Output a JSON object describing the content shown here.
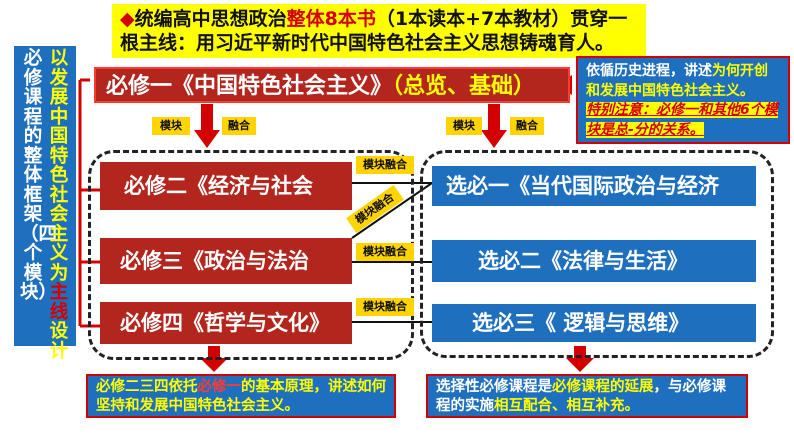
{
  "top_banner": {
    "diamond": "◆",
    "pre": "统编高中思想政治",
    "highlight": "整体8本书",
    "mid": "（1本读本+7本教材）贯穿一根主线：用习近平新时代中国特色社会主义思想铸魂育人。"
  },
  "left_panel": {
    "col_a": "必修课程的整体框架（四个模块）",
    "col_b_pre": "以发展中国特色社会主义为",
    "col_b_red": "主线",
    "col_b_post": "设计"
  },
  "required": {
    "b1_main": "必修一《中国特色社会主义》",
    "b1_note": "（总览、基础）",
    "b2": "必修二《经济与社会",
    "b3": "必修三《政治与法治",
    "b4": "必修四《哲学与文化》"
  },
  "elective": {
    "e1": "选必一《当代国际政治与经济",
    "e2": "选必二《法律与生活》",
    "e3": "选必三《 逻辑与思维》"
  },
  "note_box": {
    "l1a": "依循历史进程，讲述",
    "l1b": "为何开创和发展中国特色社会主义。",
    "l2": "特别注意：必修一和其他6个模块是总-分的关系。"
  },
  "tags": {
    "module": "模块",
    "fusion": "融合",
    "module_fusion": "模块融合"
  },
  "bottom": {
    "left_a": "必修二三四依托",
    "left_red": "必修一",
    "left_b": "的基本原理，讲述如何坚持和发展中国特色社会主义。",
    "right_a": "选择性必修课程是",
    "right_y1": "必修课程的延展",
    "right_b": "，与必修课程的实施",
    "right_y2": "相互配合、相互补充。"
  },
  "colors": {
    "red_box": "#b3261e",
    "blue_box": "#1f6fbf",
    "yellow": "#ffff00",
    "accent_red": "#d40000"
  }
}
